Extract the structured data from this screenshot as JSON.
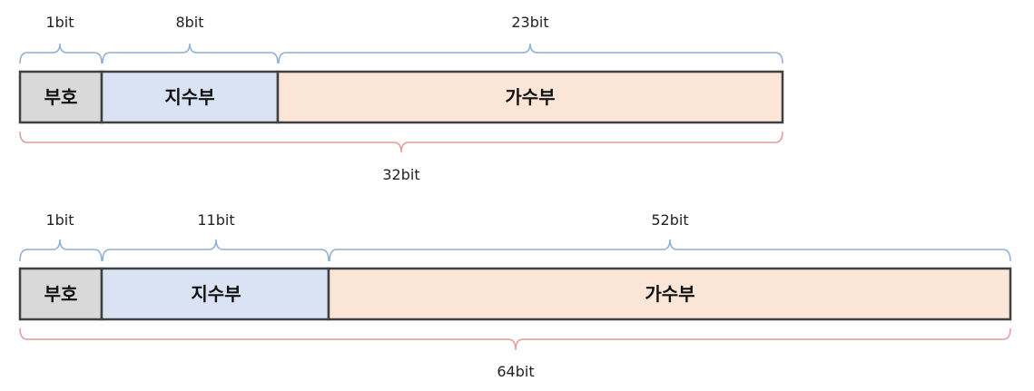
{
  "colors": {
    "sign_fill": "#d9d9d9",
    "exponent_fill": "#dae3f3",
    "mantissa_fill": "#fbe5d6",
    "top_brace": "#8faed3",
    "bottom_brace": "#e29a9a"
  },
  "formats": [
    {
      "total_label": "32bit",
      "segments": [
        {
          "name": "부호",
          "bits_label": "1bit"
        },
        {
          "name": "지수부",
          "bits_label": "8bit"
        },
        {
          "name": "가수부",
          "bits_label": "23bit"
        }
      ]
    },
    {
      "total_label": "64bit",
      "segments": [
        {
          "name": "부호",
          "bits_label": "1bit"
        },
        {
          "name": "지수부",
          "bits_label": "11bit"
        },
        {
          "name": "가수부",
          "bits_label": "52bit"
        }
      ]
    }
  ]
}
